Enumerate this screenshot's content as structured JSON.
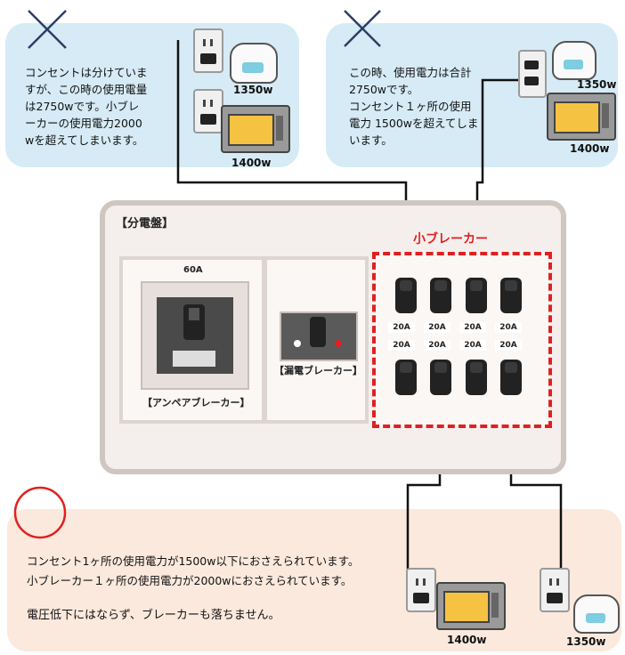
{
  "colors": {
    "bubble_blue": "#d6ebf6",
    "bubble_peach": "#fbe9dd",
    "wrong_mark": "#2c3e66",
    "ok_mark": "#e02020",
    "sub_breaker_accent": "#e02020"
  },
  "top_left": {
    "mark": "x-mark",
    "text": "コンセントは分けていま\nすが、この時の使用電量\nは2750wです。小ブレ\nーカーの使用電力2000\nwを超えてしまいます。",
    "rice_cooker_watt": "1350w",
    "microwave_watt": "1400w"
  },
  "top_right": {
    "mark": "x-mark",
    "text": "この時、使用電力は合計\n2750wです。\nコンセント１ヶ所の使用\n電力 1500wを超えてしま\nいます。",
    "rice_cooker_watt": "1350w",
    "microwave_watt": "1400w"
  },
  "panel": {
    "title": "【分電盤】",
    "main_breaker_amp": "60A",
    "main_breaker_label": "【アンペアブレーカー】",
    "leakage_label": "【漏電ブレーカー】",
    "sub_breaker_title": "小ブレーカー",
    "sub_breaker_amps_row1": [
      "20A",
      "20A",
      "20A",
      "20A"
    ],
    "sub_breaker_amps_row2": [
      "20A",
      "20A",
      "20A",
      "20A"
    ]
  },
  "bottom": {
    "mark": "circle-mark",
    "line1": "コンセント1ヶ所の使用電力が1500w以下におさえられています。",
    "line2": "小ブレーカー１ヶ所の使用電力が2000wにおさえられています。",
    "line3": "電圧低下にはならず、ブレーカーも落ちません。",
    "microwave_watt": "1400w",
    "rice_cooker_watt": "1350w"
  }
}
